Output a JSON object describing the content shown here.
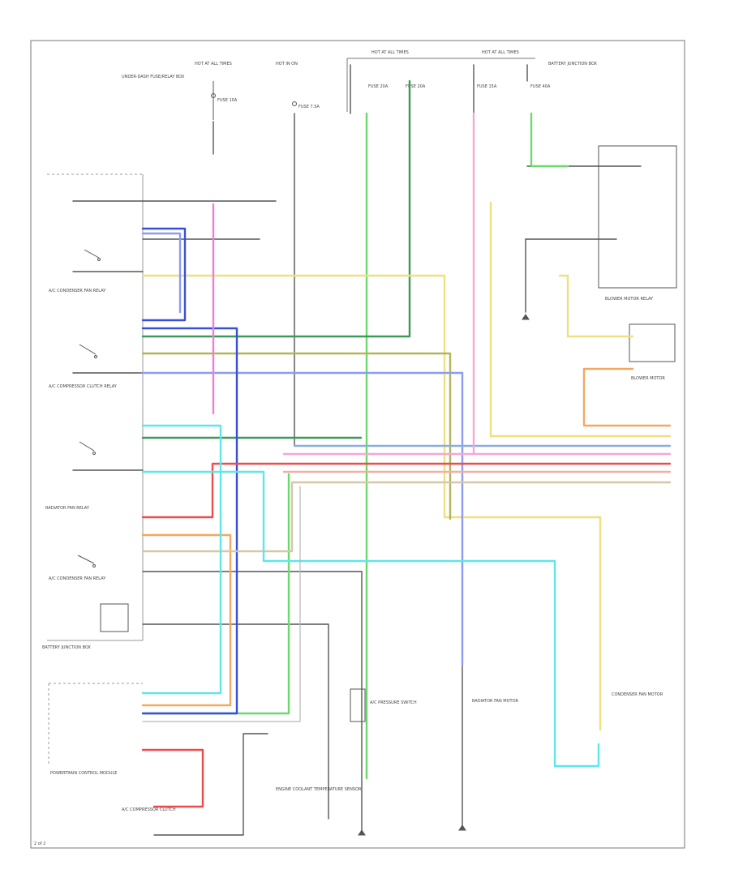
{
  "colors": {
    "black": "#555555",
    "green": "#6cd96c",
    "dark_green": "#3c9a58",
    "yellow": "#eee080",
    "olive": "#b4b45a",
    "blue": "#3a4fd8",
    "light_blue": "#8c9cf0",
    "pink": "#ee7ed6",
    "red": "#ee4c4c",
    "orange": "#f2a860",
    "cyan": "#5ee6ea",
    "tan": "#d6c7a8",
    "grey": "#b8b8b8"
  },
  "labels": {
    "fuse_box_top_left": "UNDER-DASH FUSE/RELAY BOX",
    "hot_a": "HOT AT ALL TIMES",
    "hot_b": "HOT IN ON",
    "hot_c": "HOT AT ALL TIMES",
    "hot_d": "HOT AT ALL TIMES",
    "battery_box": "BATTERY JUNCTION BOX",
    "fuse_1": "FUSE 10A",
    "fuse_2": "FUSE 7.5A",
    "fuse_3": "FUSE 20A",
    "fuse_4": "FUSE 20A",
    "fuse_5": "FUSE 15A",
    "fuse_6": "FUSE 40A",
    "relay_1": "A/C CONDENSER FAN RELAY",
    "relay_2": "A/C COMPRESSOR CLUTCH RELAY",
    "relay_3": "RADIATOR FAN RELAY",
    "relay_4": "A/C CONDENSER FAN RELAY",
    "relay_5": "BLOWER MOTOR RELAY",
    "motor_1": "BLOWER MOTOR",
    "switch_1": "A/C PRESSURE SWITCH",
    "module_1": "POWERTRAIN CONTROL MODULE",
    "sensor_1": "ENGINE COOLANT TEMPERATURE SENSOR",
    "motor_2": "RADIATOR FAN MOTOR",
    "motor_3": "CONDENSER FAN MOTOR",
    "clutch_1": "A/C COMPRESSOR CLUTCH",
    "footer": "2 of 2"
  }
}
